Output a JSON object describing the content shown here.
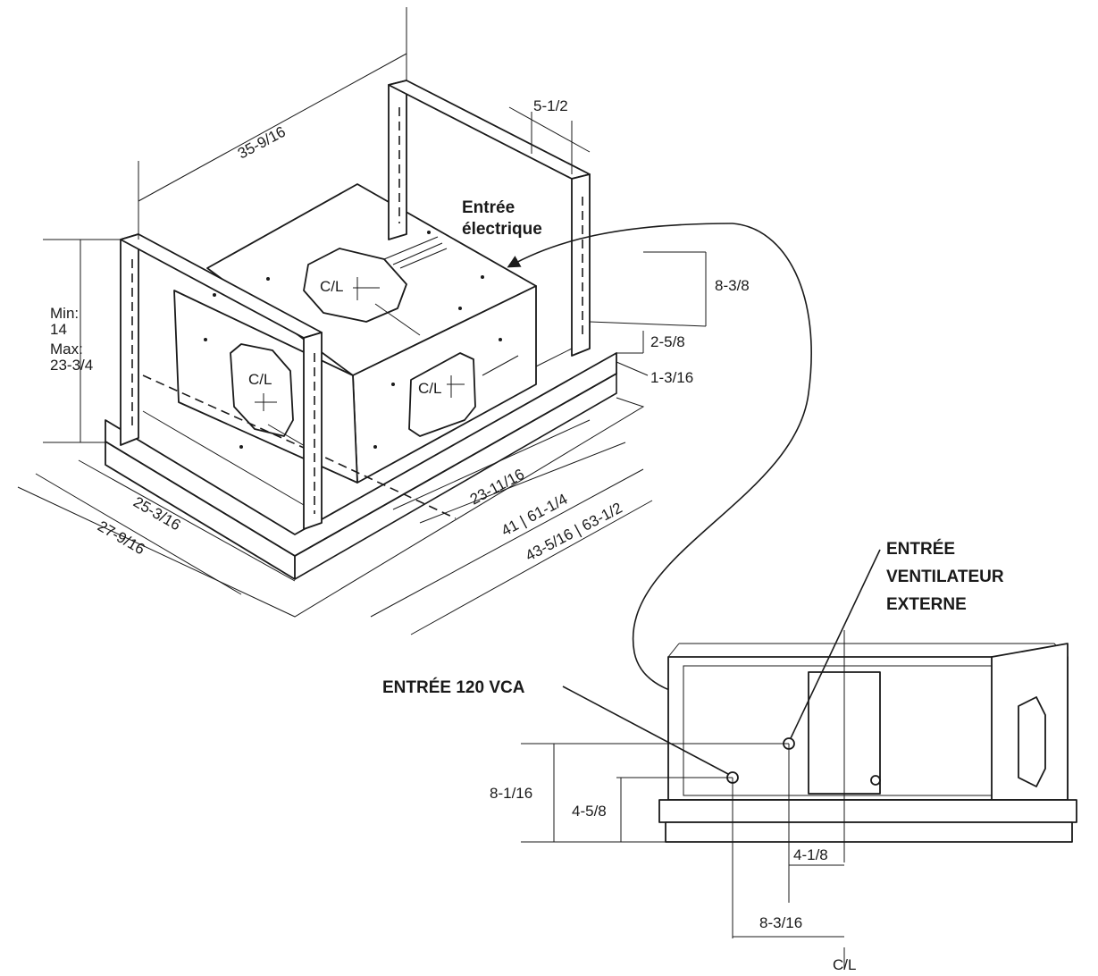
{
  "top_view": {
    "width_label": "35-9/16",
    "bracket_label": "5-1/2",
    "height_min_label": "Min:",
    "height_min_value": "14",
    "height_max_label": "Max:",
    "height_max_value": "23-3/4",
    "side_a_label": "8-3/8",
    "side_b_label": "2-5/8",
    "side_c_label": "1-3/16",
    "depth_inner_label": "25-3/16",
    "depth_outer_label": "27-9/16",
    "length_a_label": "23-11/16",
    "length_b_label": "41 | 61-1/4",
    "length_c_label": "43-5/16 | 63-1/2",
    "cl_top": "C/L",
    "cl_left": "C/L",
    "cl_right": "C/L",
    "electric_entry_line1": "Entrée",
    "electric_entry_line2": "électrique"
  },
  "side_view": {
    "fan_entry_line1": "ENTRÉE",
    "fan_entry_line2": "VENTILATEUR",
    "fan_entry_line3": "EXTERNE",
    "power_entry_label": "ENTRÉE 120 VCA",
    "height_a_label": "8-1/16",
    "height_b_label": "4-5/8",
    "offset_a_label": "4-1/8",
    "offset_b_label": "8-3/16",
    "cl_bottom": "C/L"
  }
}
